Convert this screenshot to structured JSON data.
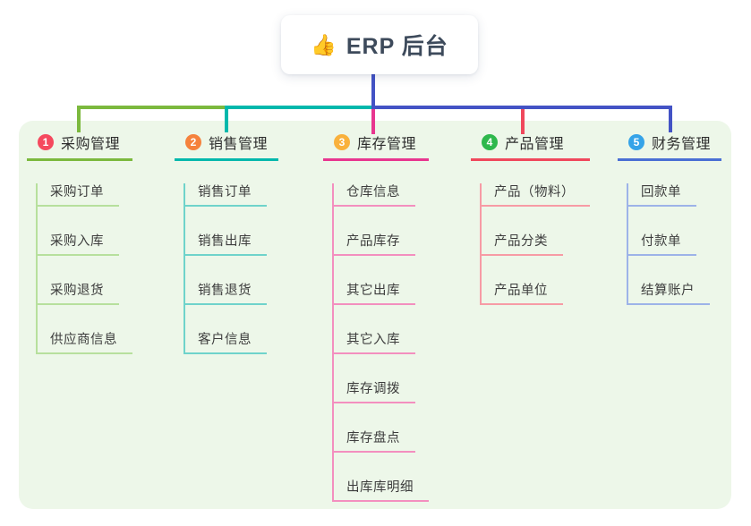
{
  "root": {
    "icon": "👍",
    "title": "ERP 后台"
  },
  "panel": {
    "background": "#edf7e9"
  },
  "connectors": {
    "root_stem_color": "#4353c5",
    "bus_segment_colors": [
      "#7cb93e",
      "#00b8ac",
      "#4353c5"
    ],
    "drop_colors": [
      "#7cb93e",
      "#00b8ac",
      "#e8368f",
      "#f0485c",
      "#4353c5"
    ]
  },
  "branches": [
    {
      "id": "purchase",
      "number": "1",
      "label": "采购管理",
      "badge_color": "#f5495e",
      "line_color": "#7cb93e",
      "child_line_color": "#b7e09d",
      "children": [
        "采购订单",
        "采购入库",
        "采购退货",
        "供应商信息"
      ]
    },
    {
      "id": "sales",
      "number": "2",
      "label": "销售管理",
      "badge_color": "#f5823d",
      "line_color": "#00b8ac",
      "child_line_color": "#6fd3cb",
      "children": [
        "销售订单",
        "销售出库",
        "销售退货",
        "客户信息"
      ]
    },
    {
      "id": "inventory",
      "number": "3",
      "label": "库存管理",
      "badge_color": "#f9b13c",
      "line_color": "#e8368f",
      "child_line_color": "#f38fbf",
      "children": [
        "仓库信息",
        "产品库存",
        "其它出库",
        "其它入库",
        "库存调拨",
        "库存盘点",
        "出库库明细"
      ]
    },
    {
      "id": "product",
      "number": "4",
      "label": "产品管理",
      "badge_color": "#2eb84c",
      "line_color": "#f0485c",
      "child_line_color": "#f79ba5",
      "children": [
        "产品（物料）",
        "产品分类",
        "产品单位"
      ]
    },
    {
      "id": "finance",
      "number": "5",
      "label": "财务管理",
      "badge_color": "#35a3e8",
      "line_color": "#4a6fd4",
      "child_line_color": "#9db3e8",
      "children": [
        "回款单",
        "付款单",
        "结算账户"
      ]
    }
  ]
}
